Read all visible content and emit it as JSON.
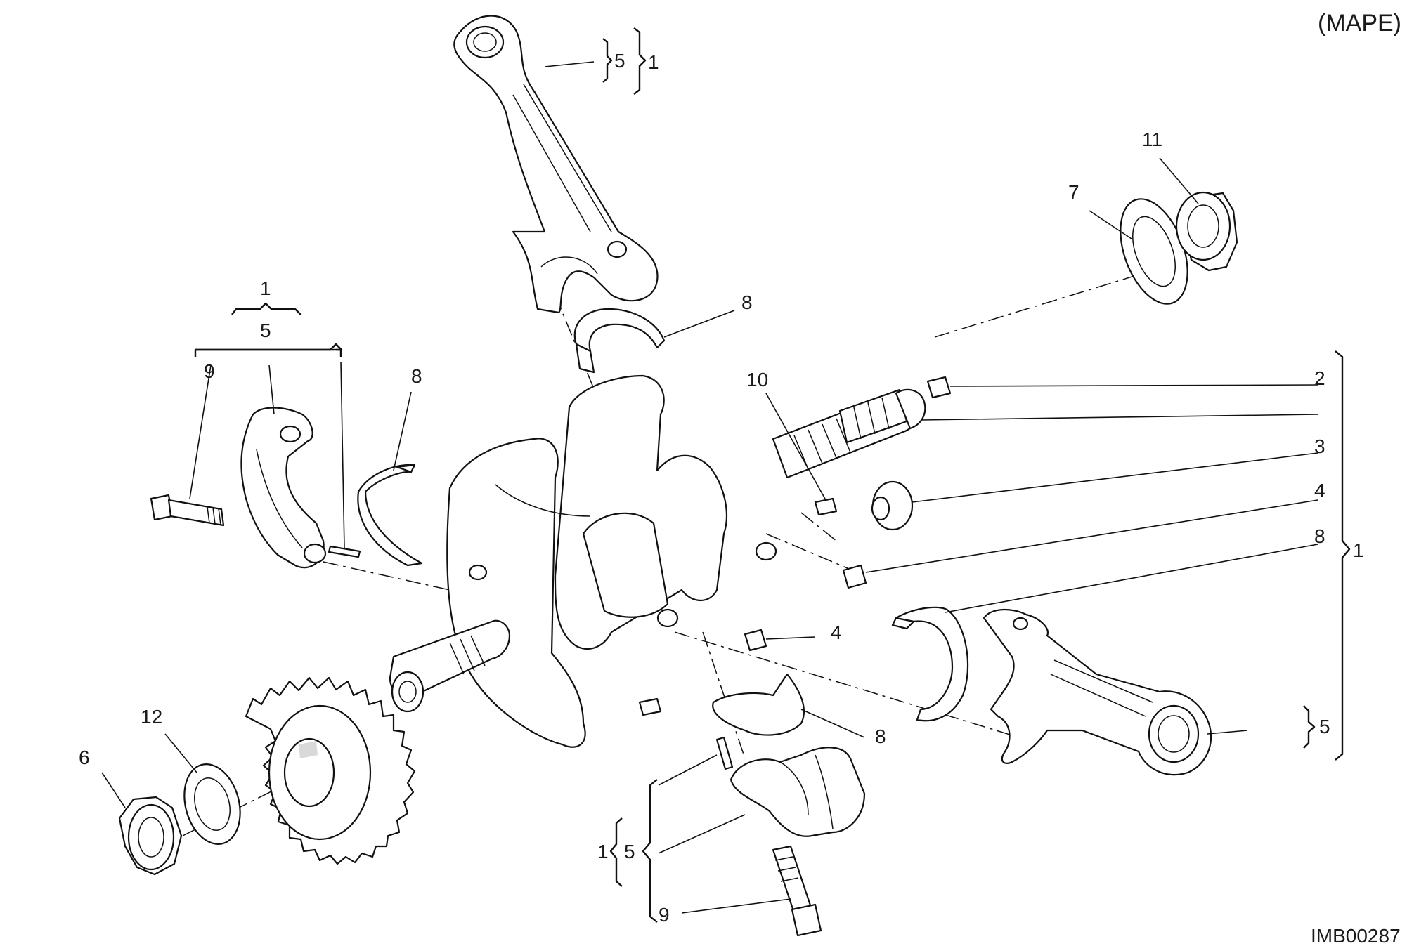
{
  "header": {
    "variant": "(MAPE)"
  },
  "footer": {
    "drawing_code": "IMB00287"
  },
  "callouts": {
    "c1_top": "1",
    "c5_top": "5",
    "c1_left": "1",
    "c5_left": "5",
    "c9_left": "9",
    "c8_left": "8",
    "c8_top": "8",
    "c10": "10",
    "c7": "7",
    "c11": "11",
    "c2": "2",
    "c3": "3",
    "c4_right": "4",
    "c8_right": "8",
    "c1_right": "1",
    "c4_mid": "4",
    "c8_bottom": "8",
    "c5_right": "5",
    "c12": "12",
    "c6": "6",
    "c1_bottom": "1",
    "c5_bottom": "5",
    "c9_bottom": "9"
  }
}
